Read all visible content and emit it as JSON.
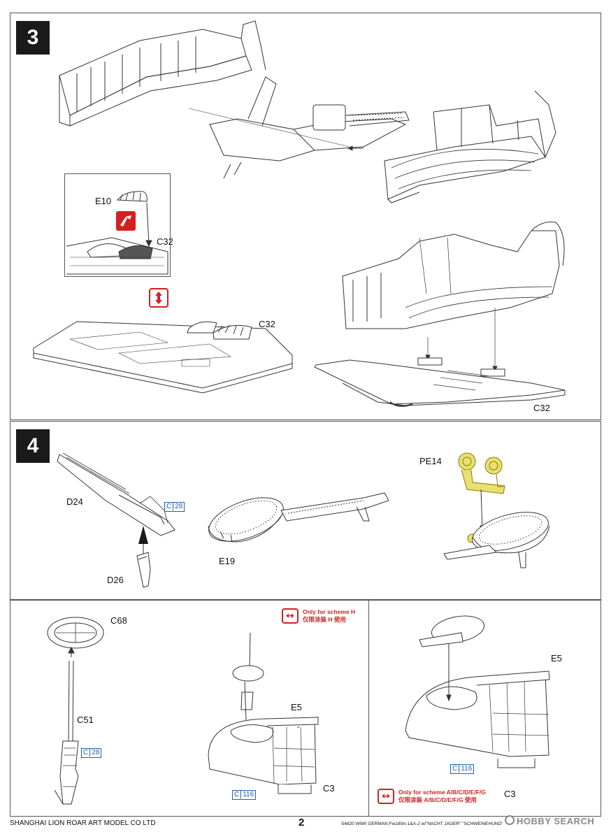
{
  "steps": {
    "step3": {
      "number": "3"
    },
    "step4": {
      "number": "4"
    }
  },
  "parts": {
    "e10": "E10",
    "c32_detail": "C32",
    "c32_floor": "C32",
    "c32_bottom": "C32",
    "pe14": "PE14",
    "d24": "D24",
    "d26": "D26",
    "e19": "E19",
    "c68": "C68",
    "c51": "C51",
    "e5_left": "E5",
    "c3_left": "C3",
    "e5_right": "E5",
    "c3_right": "C3"
  },
  "refs": {
    "c28_gun": {
      "letter": "C",
      "num": "28"
    },
    "c28_stick": {
      "letter": "C",
      "num": "28"
    },
    "c116_left": {
      "letter": "C",
      "num": "116"
    },
    "c116_right": {
      "letter": "C",
      "num": "116"
    }
  },
  "notes": {
    "scheme_h": {
      "line1": "Only for scheme H",
      "line2": "仅限涂装 H 使用"
    },
    "scheme_ag": {
      "line1": "Only for scheme A/B/C/D/E/F/G",
      "line2": "仅限涂装 A/B/C/D/E/F/G 使用"
    }
  },
  "footer": {
    "company": "SHANGHAI LION ROAR ART MODEL CO LTD",
    "page": "2",
    "product": "S4820 WWII GERMAN Fw189A-1&A-2 w/\"NACHT JÄGER\" \"SCHWEINEHUND\" 2 IN 1",
    "watermark": "HOBBY SEARCH"
  },
  "colors": {
    "photo_etch": "#e8e070",
    "warning_red": "#d42020",
    "ref_blue": "#1f5fa8"
  }
}
